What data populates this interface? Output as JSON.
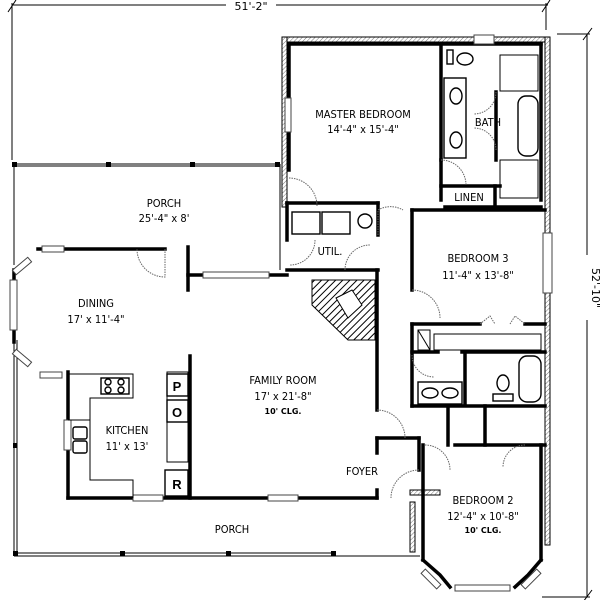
{
  "dimensions": {
    "overall_width": "51'-2\"",
    "overall_depth": "52'-10\""
  },
  "rooms": {
    "master_bedroom": {
      "name": "MASTER BEDROOM",
      "size": "14'-4\" x 15'-4\""
    },
    "bath": {
      "name": "BATH"
    },
    "linen": {
      "name": "LINEN"
    },
    "porch_rear": {
      "name": "PORCH",
      "size": "25'-4\" x 8'"
    },
    "utility": {
      "name": "UTIL."
    },
    "bedroom3": {
      "name": "BEDROOM 3",
      "size": "11'-4\" x 13'-8\""
    },
    "dining": {
      "name": "DINING",
      "size": "17' x 11'-4\""
    },
    "family_room": {
      "name": "FAMILY ROOM",
      "size": "17' x 21'-8\"",
      "ceiling": "10' CLG."
    },
    "kitchen": {
      "name": "KITCHEN",
      "size": "11' x 13'"
    },
    "foyer": {
      "name": "FOYER"
    },
    "bedroom2": {
      "name": "BEDROOM 2",
      "size": "12'-4\" x 10'-8\"",
      "ceiling": "10' CLG."
    },
    "porch_front": {
      "name": "PORCH"
    }
  },
  "appliances": {
    "pantry": "P",
    "oven": "O",
    "refrigerator": "R"
  }
}
